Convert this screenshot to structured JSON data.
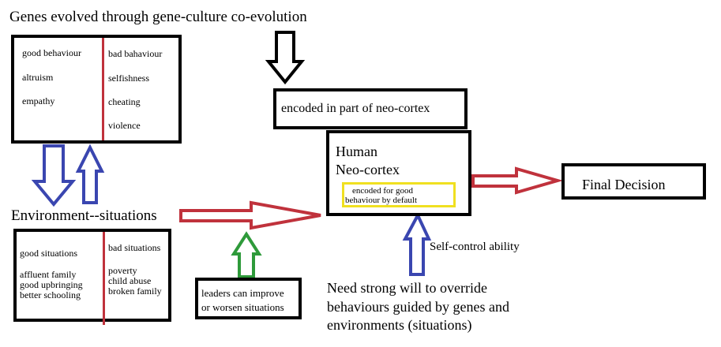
{
  "title": "Genes evolved through gene-culture co-evolution",
  "genes_box": {
    "left_items": [
      "good behaviour",
      "altruism",
      "empathy"
    ],
    "right_items": [
      "bad bahaviour",
      "selfishness",
      "cheating",
      "violence"
    ]
  },
  "encoded_box": "encoded in part of neo-cortex",
  "neocortex": {
    "line1": "Human",
    "line2": "Neo-cortex",
    "inner_line1": "encoded for good",
    "inner_line2": "behaviour by default"
  },
  "final_decision": "Final Decision",
  "environment_label": "Environment--situations",
  "env_box": {
    "good_heading": "good situations",
    "good_items": [
      "affluent family",
      "good upbringing",
      "better schooling"
    ],
    "bad_heading": "bad situations",
    "bad_items": [
      "poverty",
      "child abuse",
      "broken family"
    ]
  },
  "leaders_box": {
    "line1": "leaders can improve",
    "line2": "or worsen situations"
  },
  "self_control": "Self-control ability",
  "need_will": {
    "line1": "Need strong will to override",
    "line2": "behaviours guided by genes and",
    "line3": "environments (situations)"
  },
  "colors": {
    "box_border": "#000000",
    "divider_red": "#c0323c",
    "arrow_red": "#c0323c",
    "arrow_blue": "#3a46b0",
    "arrow_green": "#2e9a3a",
    "highlight_yellow": "#f0e020"
  }
}
